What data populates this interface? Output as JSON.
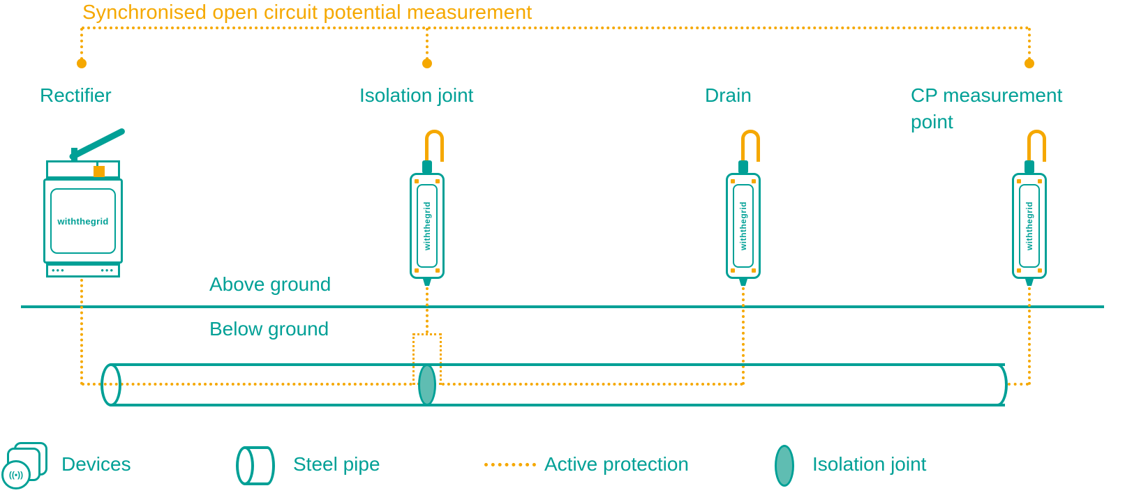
{
  "title": "Synchronised open circuit potential measurement",
  "brand": "withthegrid",
  "colors": {
    "teal": "#00A096",
    "teal_fill": "#5FBDB2",
    "orange": "#F5A800",
    "background": "#FFFFFF"
  },
  "nodes": {
    "rectifier": "Rectifier",
    "isolation_joint": "Isolation joint",
    "drain": "Drain",
    "cp_measurement": "CP measurement point"
  },
  "ground": {
    "above": "Above ground",
    "below": "Below ground"
  },
  "rectifier_device": {
    "terminal_dots": "•••"
  },
  "icons": {
    "signal": "((•))"
  },
  "legend": {
    "devices": "Devices",
    "steel_pipe": "Steel pipe",
    "active_protection": "Active protection",
    "isolation_joint": "Isolation joint"
  }
}
